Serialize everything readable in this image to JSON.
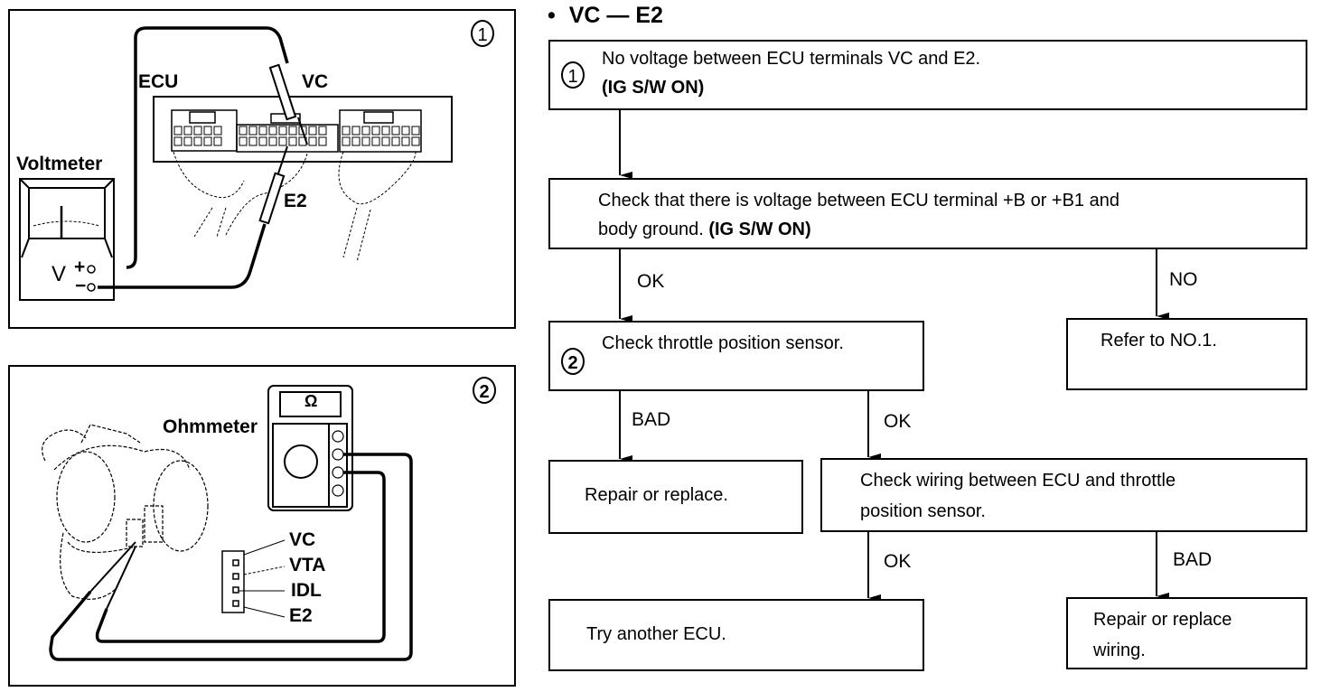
{
  "heading": {
    "bullet": "•",
    "title": "VC — E2"
  },
  "flowchart": {
    "step1": {
      "number": "1",
      "line1": "No voltage between ECU terminals VC and E2.",
      "line2": "(IG S/W ON)"
    },
    "check_b": {
      "line1": "Check that there is voltage between ECU terminal +B or +B1 and",
      "line2_plain": "body ground. ",
      "line2_bold": "(IG S/W ON)"
    },
    "branch_ok_1": "OK",
    "branch_no_1": "NO",
    "step2": {
      "number": "2",
      "text": "Check throttle position sensor."
    },
    "refer": "Refer to NO.1.",
    "branch_bad_2": "BAD",
    "branch_ok_2": "OK",
    "repair_replace": "Repair or replace.",
    "check_wiring": {
      "line1": "Check wiring between ECU and throttle",
      "line2": "position sensor."
    },
    "branch_ok_3": "OK",
    "branch_bad_3": "BAD",
    "try_ecu": "Try another ECU.",
    "repair_wiring": {
      "line1": "Repair or replace",
      "line2": "wiring."
    }
  },
  "figure1": {
    "number": "1",
    "ecu_label": "ECU",
    "vc_label": "VC",
    "e2_label": "E2",
    "voltmeter_label": "Voltmeter",
    "meter_symbol": "V",
    "plus": "+",
    "minus": "−"
  },
  "figure2": {
    "number": "2",
    "ohmmeter_label": "Ohmmeter",
    "ohm_symbol": "Ω",
    "pins": [
      "VC",
      "VTA",
      "IDL",
      "E2"
    ]
  }
}
